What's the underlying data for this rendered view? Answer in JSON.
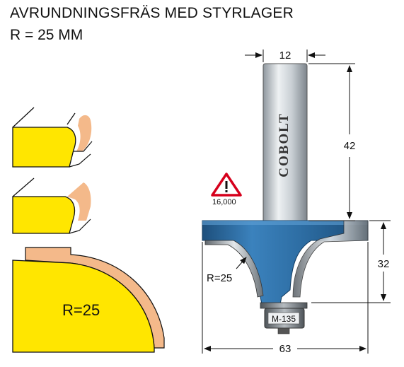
{
  "header": {
    "title": "AVRUNDNINGSFRÄS MED STYRLAGER",
    "subtitle": "R = 25 MM"
  },
  "bit": {
    "shank_brand": "COBOLT",
    "bearing_label": "M-135",
    "radius_label": "R=25",
    "colors": {
      "body": "#2f6ea3",
      "shank": "#c5ccd2",
      "bearing": "#7f858a"
    }
  },
  "dimensions": {
    "shank_diameter": "12",
    "shank_length": "42",
    "cutting_height": "32",
    "overall_diameter": "63"
  },
  "warning": {
    "icon": "warning-triangle-icon",
    "rpm": "16,000",
    "colors": {
      "border": "#d6001c",
      "fill": "#ffffff"
    }
  },
  "profiles": {
    "large_label": "R=25",
    "colors": {
      "workpiece": "#ffe600",
      "edge": "#f4b98a"
    }
  }
}
